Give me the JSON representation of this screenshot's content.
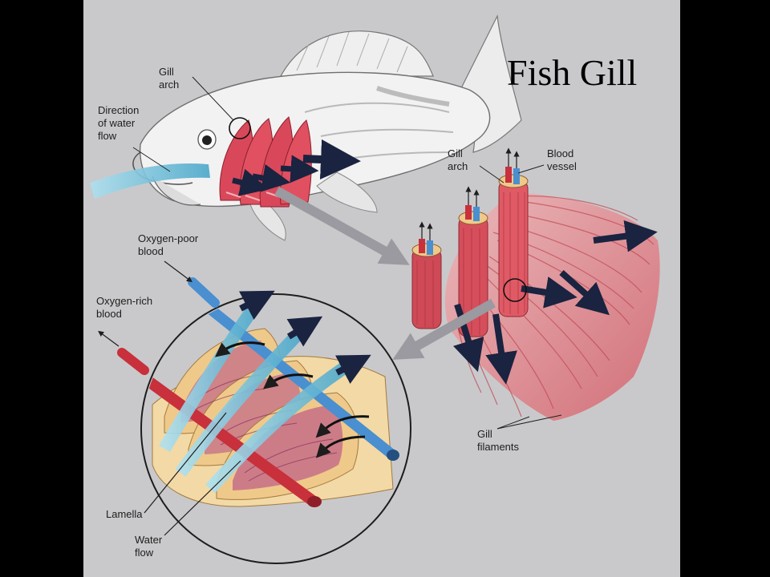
{
  "title": "Fish Gill",
  "labels": {
    "gill_arch_top": [
      "Gill",
      "arch"
    ],
    "water_direction": [
      "Direction",
      "of water",
      "flow"
    ],
    "gill_arch_mid": [
      "Gill",
      "arch"
    ],
    "blood_vessel": [
      "Blood",
      "vessel"
    ],
    "oxygen_poor": [
      "Oxygen-poor",
      "blood"
    ],
    "oxygen_rich": [
      "Oxygen-rich",
      "blood"
    ],
    "gill_filaments": [
      "Gill",
      "filaments"
    ],
    "lamella": [
      "Lamella"
    ],
    "water_flow": [
      "Water",
      "flow"
    ]
  },
  "colors": {
    "panel": "#c9c9cb",
    "gill_red": "#d9485a",
    "filament_pink": "#e7a0a4",
    "water_blue": "#6cc3dc",
    "arrow_dark": "#1a2340",
    "oxygen_rich_vessel": "#c8303c",
    "oxygen_poor_vessel": "#4a8fd0",
    "lamella_tan": "#efc98a"
  },
  "icons": [
    "fish-body",
    "gill-arch",
    "filament-bundle",
    "lamella-detail-circle",
    "water-flow-arrow",
    "blood-vessel"
  ]
}
